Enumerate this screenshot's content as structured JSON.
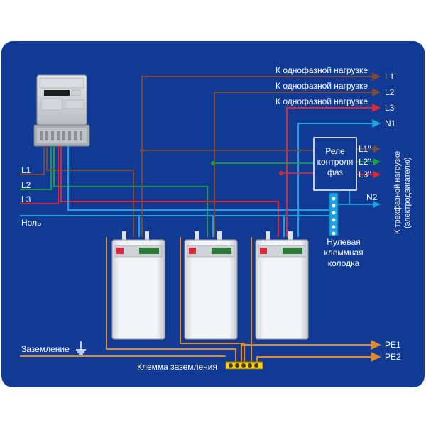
{
  "colors": {
    "background": "#103a94",
    "phase_l1": "#7a4a3a",
    "phase_l2": "#1f9a4a",
    "phase_l3": "#d8283a",
    "neutral": "#1aa3e0",
    "ground": "#e08a2a",
    "relay_line": "#ffffff"
  },
  "outputs": {
    "l1_prime": {
      "caption": "К однофазной нагрузке",
      "label": "L1'"
    },
    "l2_prime": {
      "caption": "К однофазной нагрузке",
      "label": "L2'"
    },
    "l3_prime": {
      "caption": "К однофазной нагрузке",
      "label": "L3'"
    },
    "n1": "N1"
  },
  "inputs": {
    "l1": "L1",
    "l2": "L2",
    "l3": "L3",
    "neutral": "Ноль"
  },
  "relay": {
    "line1": "Реле",
    "line2": "контроля",
    "line3": "фаз",
    "out_l1": "L1\"",
    "out_l2": "L2\"",
    "out_l3": "L3\""
  },
  "three_phase_load": {
    "line1": "К трехфазной нагрузке",
    "line2": "(электродвигателю)"
  },
  "n2": "N2",
  "neutral_block": {
    "line1": "Нулевая",
    "line2": "клеммная",
    "line3": "колодка"
  },
  "ground": {
    "label": "Заземление",
    "terminal_label": "Клемма заземления",
    "pe1": "PE1",
    "pe2": "PE2"
  }
}
